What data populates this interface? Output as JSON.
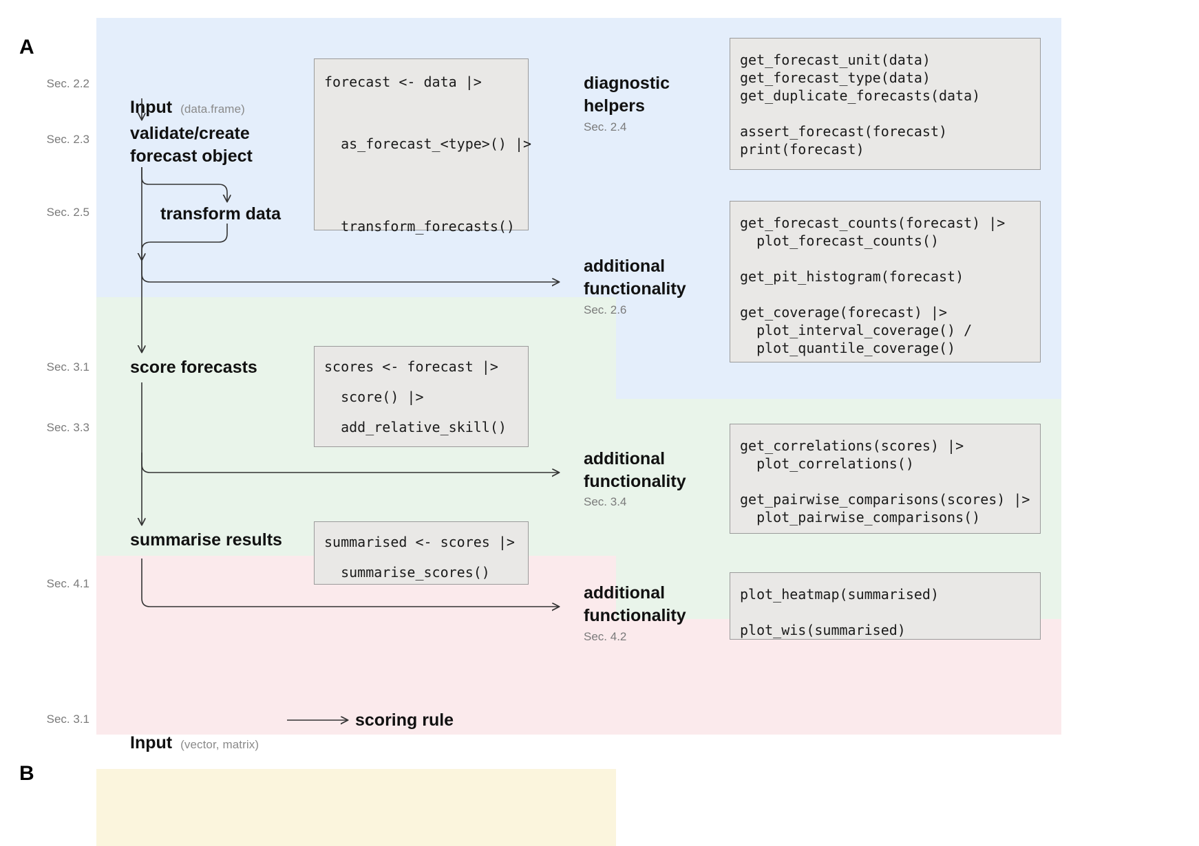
{
  "panels": {
    "a": {
      "letter": "A"
    },
    "b": {
      "letter": "B"
    }
  },
  "gutter_labels": {
    "sec_2_2": "Sec. 2.2",
    "sec_2_3": "Sec. 2.3",
    "sec_2_5": "Sec. 2.5",
    "sec_3_1": "Sec. 3.1",
    "sec_3_3": "Sec. 3.3",
    "sec_4_1": "Sec. 4.1",
    "sec_3_1_b": "Sec. 3.1"
  },
  "flow": {
    "input": {
      "label": "Input",
      "annotation": "(data.frame)"
    },
    "validate": {
      "label": "validate/create\nforecast object"
    },
    "transform": {
      "label": "transform data"
    },
    "score": {
      "label": "score forecasts"
    },
    "summarise": {
      "label": "summarise results"
    }
  },
  "code_boxes": {
    "pipeline_forecast": [
      "forecast <- data |>",
      "",
      "",
      "  as_forecast_<type>() |>",
      "",
      "",
      "",
      "  transform_forecasts()"
    ],
    "pipeline_score": [
      "scores <- forecast |>",
      "",
      "  score() |>",
      "",
      "  add_relative_skill()"
    ],
    "pipeline_summarise": [
      "summarised <- scores |>",
      "",
      "  summarise_scores()"
    ],
    "diagnostic_helpers": [
      "get_forecast_unit(data)",
      "get_forecast_type(data)",
      "get_duplicate_forecasts(data)",
      "",
      "assert_forecast(forecast)",
      "print(forecast)"
    ],
    "additional_2_6": [
      "get_forecast_counts(forecast) |>",
      "  plot_forecast_counts()",
      "",
      "get_pit_histogram(forecast)",
      "",
      "get_coverage(forecast) |>",
      "  plot_interval_coverage() /",
      "  plot_quantile_coverage()"
    ],
    "additional_3_4": [
      "get_correlations(scores) |>",
      "  plot_correlations()",
      "",
      "get_pairwise_comparisons(scores) |>",
      "  plot_pairwise_comparisons()"
    ],
    "additional_4_2": [
      "plot_heatmap(summarised)",
      "",
      "plot_wis(summarised)"
    ]
  },
  "right_sections": {
    "diagnostic": {
      "title": "diagnostic\nhelpers",
      "sec": "Sec. 2.4"
    },
    "additional_2_6": {
      "title": "additional\nfunctionality",
      "sec": "Sec. 2.6"
    },
    "additional_3_4": {
      "title": "additional\nfunctionality",
      "sec": "Sec. 3.4"
    },
    "additional_4_2": {
      "title": "additional\nfunctionality",
      "sec": "Sec. 4.2"
    }
  },
  "panel_b": {
    "input": {
      "label": "Input",
      "annotation": "(vector, matrix)"
    },
    "target": {
      "label": "scoring rule"
    }
  },
  "colors": {
    "band_blue": "#e4eefb",
    "band_green": "#e9f4ea",
    "band_pink": "#fbeaec",
    "band_yellow": "#fbf5dd",
    "code_bg": "#e9e8e6",
    "code_border": "#9a9a9a",
    "arrow": "#333333",
    "muted_text": "#7a7a7a"
  }
}
